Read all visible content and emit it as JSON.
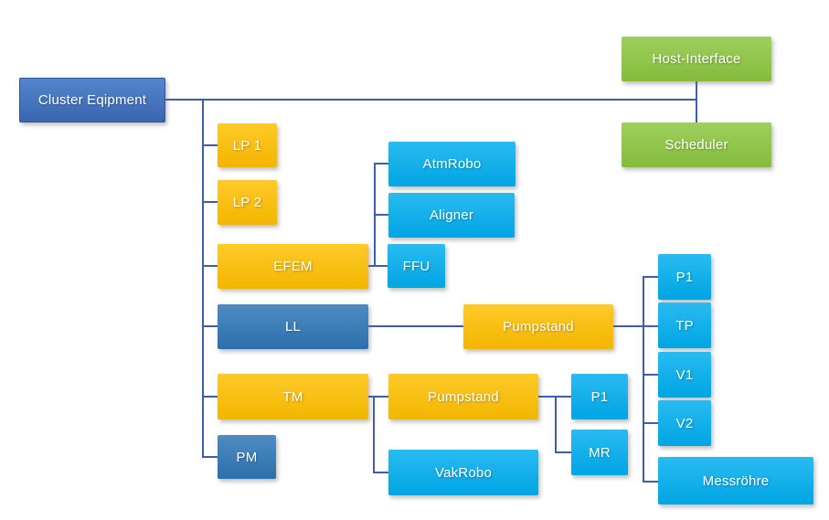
{
  "diagram": {
    "type": "hierarchy-block-diagram",
    "palette": {
      "gold": "#FFC000",
      "cyan": "#00AEEF",
      "steel": "#2E75B6",
      "blue": "#4472C4",
      "green": "#8CC63F",
      "line": "#3F5EA8"
    },
    "nodes": {
      "cluster_eqipment": {
        "label": "Cluster Eqipment",
        "color": "#4472C4"
      },
      "host_interface": {
        "label": "Host-Interface",
        "color": "#8CC63F"
      },
      "scheduler": {
        "label": "Scheduler",
        "color": "#8CC63F"
      },
      "lp1": {
        "label": "LP 1",
        "color": "#FFC000"
      },
      "lp2": {
        "label": "LP 2",
        "color": "#FFC000"
      },
      "efem": {
        "label": "EFEM",
        "color": "#FFC000"
      },
      "atmrobo": {
        "label": "AtmRobo",
        "color": "#00AEEF"
      },
      "aligner": {
        "label": "Aligner",
        "color": "#00AEEF"
      },
      "ffu": {
        "label": "FFU",
        "color": "#00AEEF"
      },
      "ll": {
        "label": "LL",
        "color": "#2E75B6"
      },
      "pumpstand_ll": {
        "label": "Pumpstand",
        "color": "#FFC000"
      },
      "p1_ll": {
        "label": "P1",
        "color": "#00AEEF"
      },
      "tp": {
        "label": "TP",
        "color": "#00AEEF"
      },
      "v1": {
        "label": "V1",
        "color": "#00AEEF"
      },
      "v2": {
        "label": "V2",
        "color": "#00AEEF"
      },
      "messroehre": {
        "label": "Messröhre",
        "color": "#00AEEF"
      },
      "tm": {
        "label": "TM",
        "color": "#FFC000"
      },
      "pumpstand_tm": {
        "label": "Pumpstand",
        "color": "#FFC000"
      },
      "p1_tm": {
        "label": "P1",
        "color": "#00AEEF"
      },
      "mr": {
        "label": "MR",
        "color": "#00AEEF"
      },
      "vakrobo": {
        "label": "VakRobo",
        "color": "#00AEEF"
      },
      "pm": {
        "label": "PM",
        "color": "#2E75B6"
      }
    },
    "edges": [
      [
        "cluster_eqipment",
        "host_interface"
      ],
      [
        "host_interface",
        "scheduler"
      ],
      [
        "cluster_eqipment",
        "lp1"
      ],
      [
        "cluster_eqipment",
        "lp2"
      ],
      [
        "cluster_eqipment",
        "efem"
      ],
      [
        "cluster_eqipment",
        "ll"
      ],
      [
        "cluster_eqipment",
        "tm"
      ],
      [
        "cluster_eqipment",
        "pm"
      ],
      [
        "efem",
        "atmrobo"
      ],
      [
        "efem",
        "aligner"
      ],
      [
        "efem",
        "ffu"
      ],
      [
        "ll",
        "pumpstand_ll"
      ],
      [
        "pumpstand_ll",
        "p1_ll"
      ],
      [
        "pumpstand_ll",
        "tp"
      ],
      [
        "pumpstand_ll",
        "v1"
      ],
      [
        "pumpstand_ll",
        "v2"
      ],
      [
        "pumpstand_ll",
        "messroehre"
      ],
      [
        "tm",
        "pumpstand_tm"
      ],
      [
        "tm",
        "vakrobo"
      ],
      [
        "pumpstand_tm",
        "p1_tm"
      ],
      [
        "pumpstand_tm",
        "mr"
      ]
    ]
  }
}
